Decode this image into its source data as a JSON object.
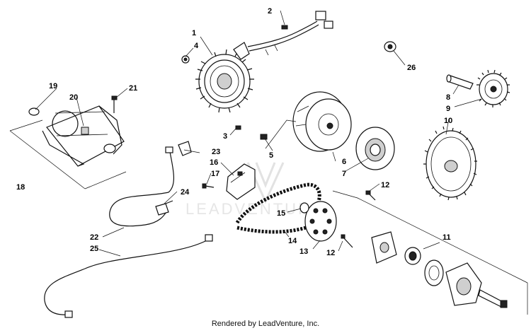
{
  "diagram": {
    "callouts": [
      {
        "id": "c1",
        "text": "1"
      },
      {
        "id": "c2",
        "text": "2"
      },
      {
        "id": "c3",
        "text": "3"
      },
      {
        "id": "c4",
        "text": "4"
      },
      {
        "id": "c5",
        "text": "5"
      },
      {
        "id": "c6",
        "text": "6"
      },
      {
        "id": "c7",
        "text": "7"
      },
      {
        "id": "c8",
        "text": "8"
      },
      {
        "id": "c9",
        "text": "9"
      },
      {
        "id": "c10",
        "text": "10"
      },
      {
        "id": "c11",
        "text": "11"
      },
      {
        "id": "c12a",
        "text": "12"
      },
      {
        "id": "c12b",
        "text": "12"
      },
      {
        "id": "c13",
        "text": "13"
      },
      {
        "id": "c14",
        "text": "14"
      },
      {
        "id": "c15",
        "text": "15"
      },
      {
        "id": "c16",
        "text": "16"
      },
      {
        "id": "c17",
        "text": "17"
      },
      {
        "id": "c18",
        "text": "18"
      },
      {
        "id": "c19",
        "text": "19"
      },
      {
        "id": "c20",
        "text": "20"
      },
      {
        "id": "c21",
        "text": "21"
      },
      {
        "id": "c22",
        "text": "22"
      },
      {
        "id": "c23",
        "text": "23"
      },
      {
        "id": "c24",
        "text": "24"
      },
      {
        "id": "c25",
        "text": "25"
      },
      {
        "id": "c26",
        "text": "26"
      }
    ],
    "watermark": "LEADVENTURE"
  },
  "footer": {
    "text": "Rendered by LeadVenture, Inc."
  }
}
